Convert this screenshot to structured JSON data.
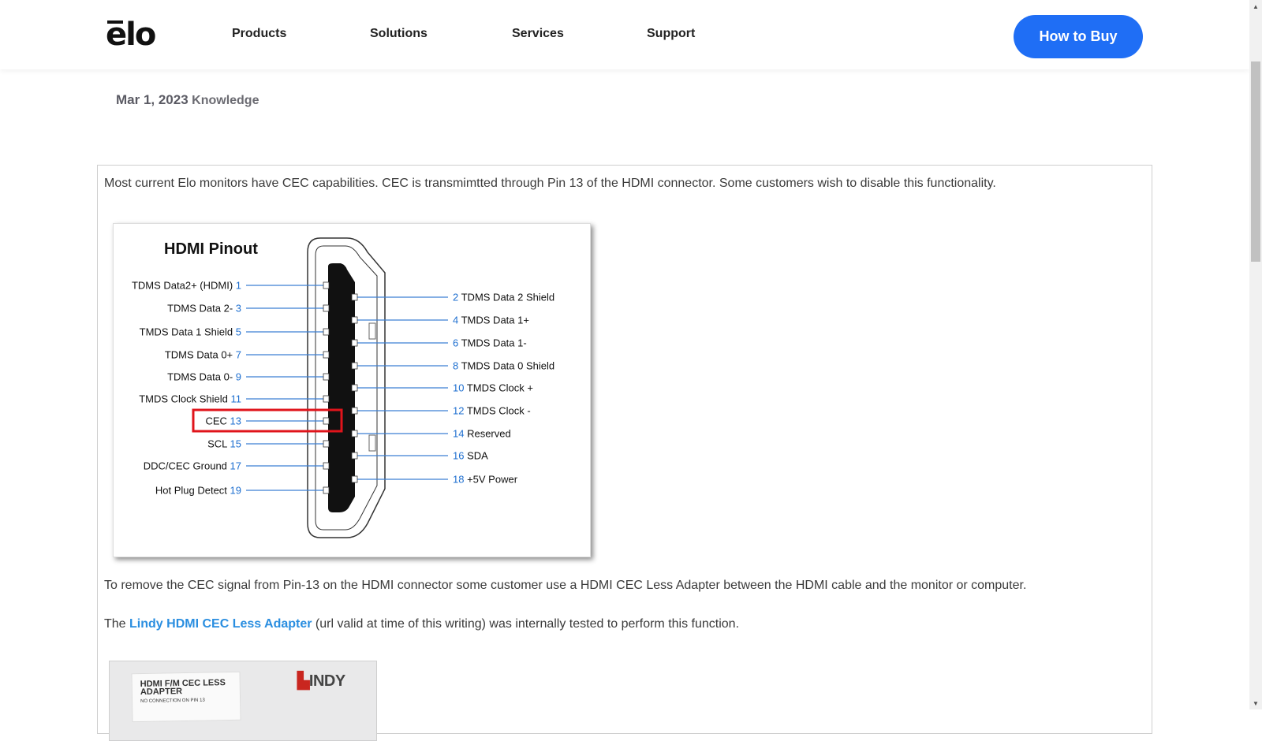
{
  "header": {
    "logo_text": "elo",
    "nav": [
      "Products",
      "Solutions",
      "Services",
      "Support"
    ],
    "cta_label": "How to Buy"
  },
  "meta": {
    "date": "Mar 1, 2023",
    "category": "Knowledge"
  },
  "article": {
    "intro": "Most current Elo monitors have CEC capabilities. CEC is transmimtted through Pin 13 of the HDMI connector. Some customers wish to disable this functionality.",
    "para2": "To remove the CEC signal from Pin-13 on the HDMI connector some customer use a HDMI CEC Less Adapter between the HDMI cable and the monitor or computer.",
    "para3_prefix": "The",
    "para3_link": "Lindy HDMI CEC Less Adapter",
    "para3_suffix": "(url valid at time of this writing) was internally tested to perform this function."
  },
  "diagram": {
    "title": "HDMI Pinout",
    "left_pins": [
      {
        "label": "TDMS Data2+ (HDMI)",
        "num": "1"
      },
      {
        "label": "TDMS Data 2-",
        "num": "3"
      },
      {
        "label": "TMDS Data 1 Shield",
        "num": "5"
      },
      {
        "label": "TDMS Data 0+",
        "num": "7"
      },
      {
        "label": "TDMS Data 0-",
        "num": "9"
      },
      {
        "label": "TMDS Clock Shield",
        "num": "11"
      },
      {
        "label": "CEC",
        "num": "13"
      },
      {
        "label": "SCL",
        "num": "15"
      },
      {
        "label": "DDC/CEC Ground",
        "num": "17"
      },
      {
        "label": "Hot Plug Detect",
        "num": "19"
      }
    ],
    "right_pins": [
      {
        "num": "2",
        "label": "TDMS Data 2 Shield"
      },
      {
        "num": "4",
        "label": "TMDS Data 1+"
      },
      {
        "num": "6",
        "label": "TMDS Data 1-"
      },
      {
        "num": "8",
        "label": "TMDS Data 0 Shield"
      },
      {
        "num": "10",
        "label": "TMDS Clock +"
      },
      {
        "num": "12",
        "label": "TMDS Clock -"
      },
      {
        "num": "14",
        "label": "Reserved"
      },
      {
        "num": "16",
        "label": "SDA"
      },
      {
        "num": "18",
        "label": "+5V Power"
      }
    ],
    "highlight_color": "#e0141b",
    "number_color": "#1e6fd0"
  },
  "photo": {
    "label_line1": "HDMI F/M CEC LESS",
    "label_line2": "ADAPTER",
    "label_line3": "NO CONNECTION ON PIN 13",
    "brand": "LINDY"
  },
  "colors": {
    "accent": "#1f6ef5",
    "link": "#2a8ee0"
  }
}
